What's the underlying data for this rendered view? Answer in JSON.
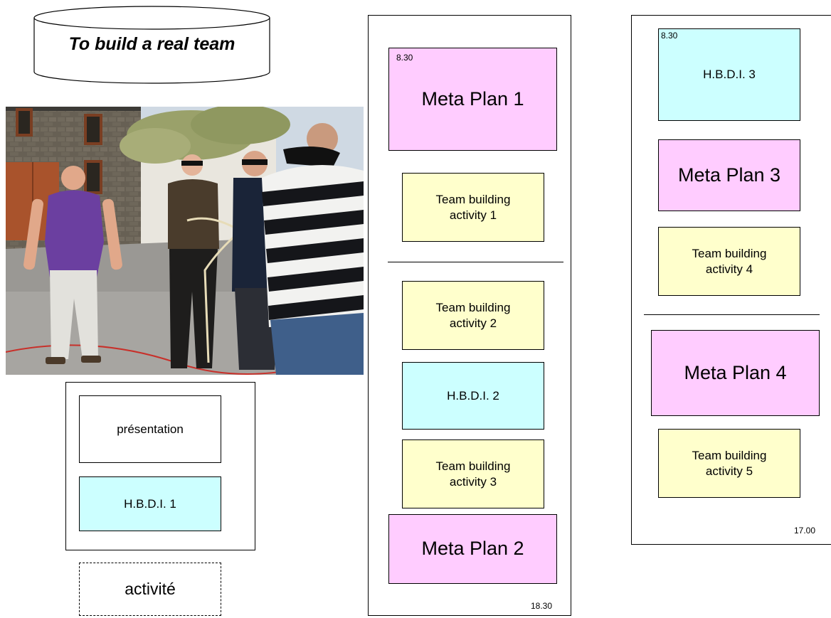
{
  "cylinder_title": "To build a real team",
  "left_panel": {
    "presentation": "présentation",
    "hbdi1": "H.B.D.I. 1",
    "legend_activity": "activité"
  },
  "middle_column": {
    "start_time": "8.30",
    "meta_plan_1": "Meta Plan 1",
    "team_building_1": "Team building\nactivity 1",
    "team_building_2": "Team building\nactivity 2",
    "hbdi2": "H.B.D.I. 2",
    "team_building_3": "Team building\nactivity 3",
    "meta_plan_2": "Meta Plan 2",
    "end_time": "18.30"
  },
  "right_column": {
    "start_time": "8.30",
    "hbdi3": "H.B.D.I. 3",
    "meta_plan_3": "Meta Plan 3",
    "team_building_4": "Team building\nactivity 4",
    "meta_plan_4": "Meta Plan 4",
    "team_building_5": "Team building\nactivity 5",
    "end_time": "17.00"
  },
  "colors": {
    "meta_plan": "#ffccff",
    "team_building": "#ffffcc",
    "hbdi": "#ccffff"
  }
}
